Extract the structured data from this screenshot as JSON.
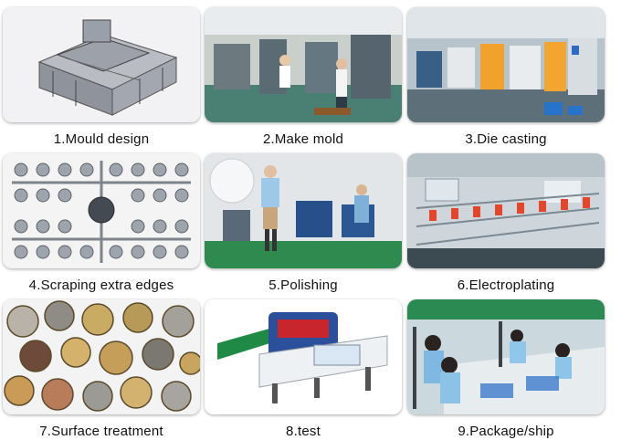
{
  "steps": [
    {
      "label": "1.Mould design",
      "image": "mould-design-photo"
    },
    {
      "label": "2.Make mold",
      "image": "make-mold-photo"
    },
    {
      "label": "3.Die casting",
      "image": "die-casting-photo"
    },
    {
      "label": "4.Scraping extra edges",
      "image": "scraping-edges-photo"
    },
    {
      "label": "5.Polishing",
      "image": "polishing-photo"
    },
    {
      "label": "6.Electroplating",
      "image": "electroplating-photo"
    },
    {
      "label": "7.Surface treatment",
      "image": "surface-treatment-photo"
    },
    {
      "label": "8.test",
      "image": "metal-detector-test-photo"
    },
    {
      "label": "9.Package/ship",
      "image": "package-ship-photo"
    }
  ]
}
